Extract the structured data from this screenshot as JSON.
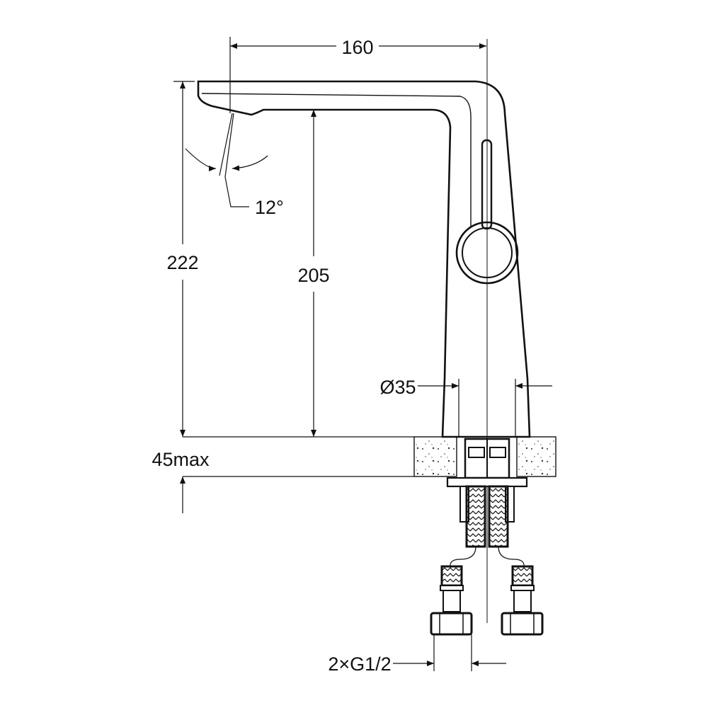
{
  "dimensions": {
    "spout_reach": "160",
    "spray_angle": "12°",
    "total_height": "222",
    "spout_height": "205",
    "base_diameter": "Ø35",
    "counter_thickness": "45max",
    "connection": "2×G1/2"
  },
  "colors": {
    "line": "#111111",
    "background": "#ffffff"
  }
}
